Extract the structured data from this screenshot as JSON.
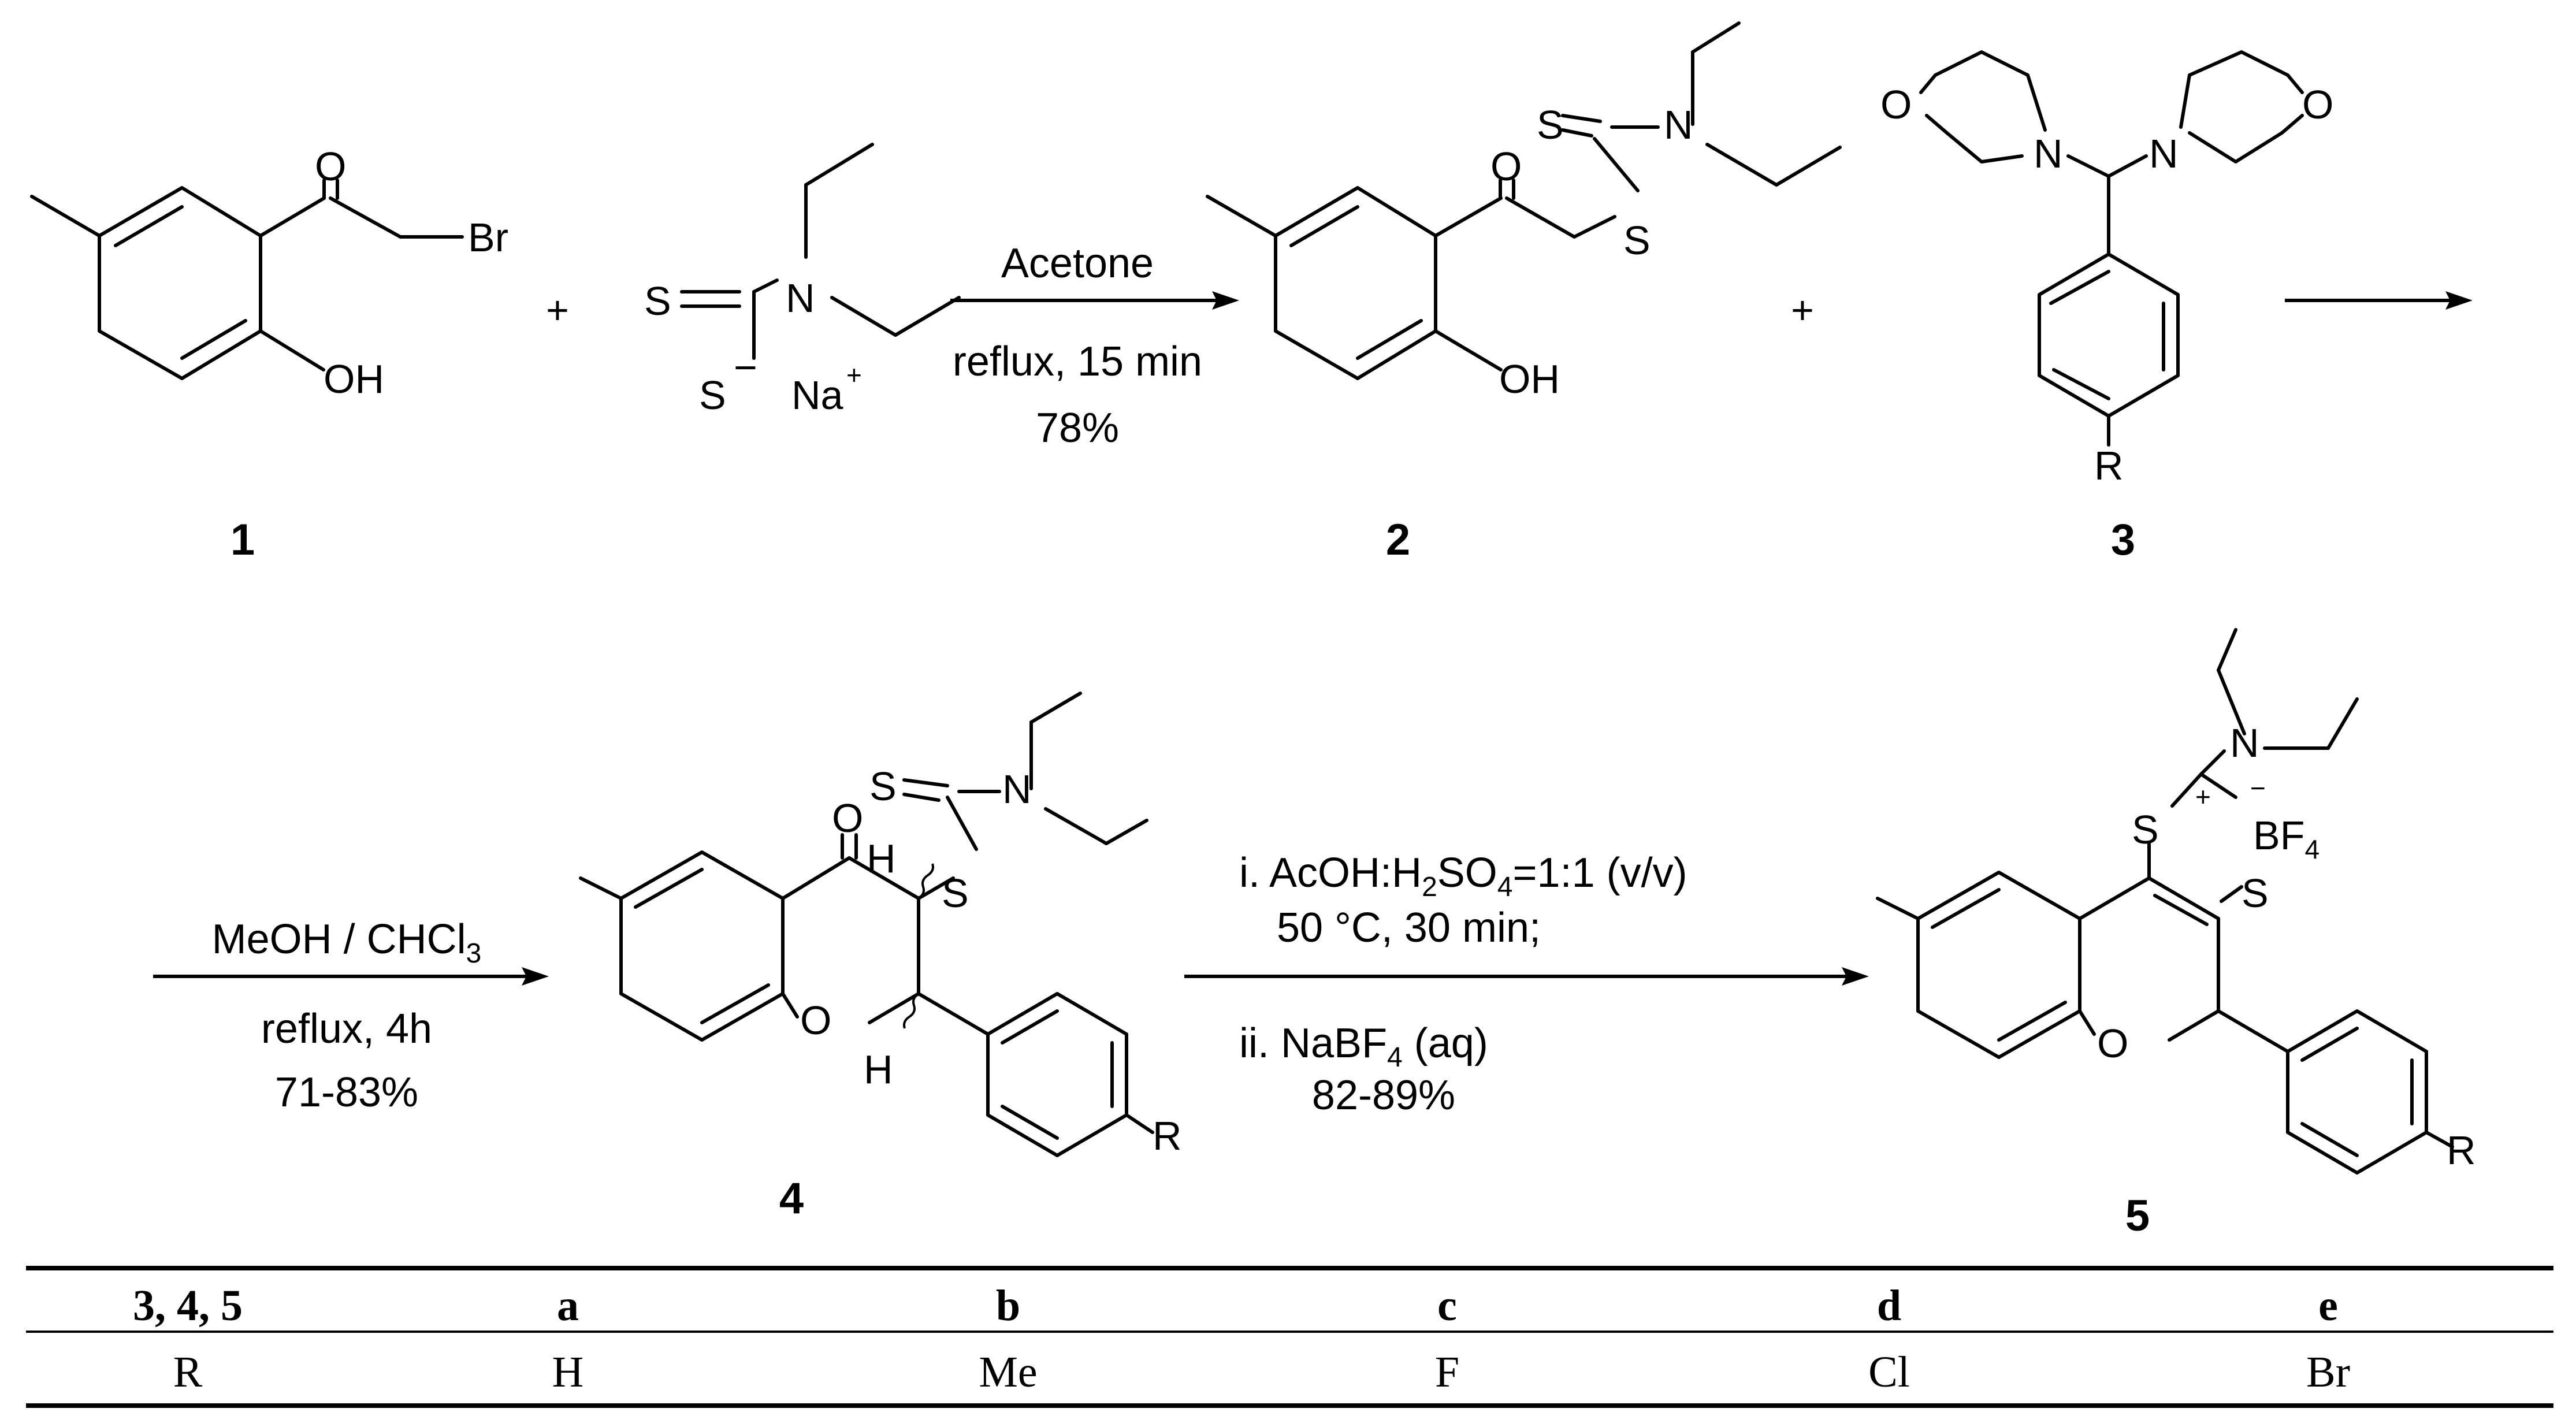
{
  "compounds": {
    "c1": {
      "number": "1",
      "atoms": {
        "O": "O",
        "Br": "Br",
        "OH": "OH"
      }
    },
    "reagent": {
      "atoms": {
        "S1": "S",
        "N": "N",
        "S2": "S",
        "charge": "−",
        "Na": "Na",
        "plus": "+"
      }
    },
    "c2": {
      "number": "2",
      "atoms": {
        "O": "O",
        "S1": "S",
        "S2": "S",
        "N": "N",
        "OH": "OH"
      }
    },
    "c3": {
      "number": "3",
      "atoms": {
        "O1": "O",
        "N1": "N",
        "N2": "N",
        "O2": "O",
        "R": "R"
      }
    },
    "c4": {
      "number": "4",
      "atoms": {
        "O": "O",
        "S1": "S",
        "N": "N",
        "H1": "H",
        "S2": "S",
        "Oring": "O",
        "H2": "H",
        "R": "R"
      }
    },
    "c5": {
      "number": "5",
      "atoms": {
        "N": "N",
        "plus": "+",
        "minus": "−",
        "BF": "BF",
        "BF4sub": "4",
        "S1": "S",
        "S2": "S",
        "O": "O",
        "R": "R"
      }
    }
  },
  "plus_signs": [
    "+",
    "+"
  ],
  "arrows": {
    "a1": {
      "above": "Acetone",
      "below1": "reflux, 15 min",
      "below2": "78%"
    },
    "a3": {
      "above_pre": "MeOH / CHCl",
      "above_sub": "3",
      "below1": "reflux, 4h",
      "below2": "71-83%"
    },
    "a4": {
      "line1_a": "i. AcOH:H",
      "line1_sub1": "2",
      "line1_b": "SO",
      "line1_sub2": "4",
      "line1_c": "=1:1 (v/v)",
      "line2": "50 °C, 30 min;",
      "line3_a": "ii. NaBF",
      "line3_sub": "4",
      "line3_b": " (aq)",
      "line4": "82-89%"
    }
  },
  "table": {
    "header": [
      "3, 4, 5",
      "a",
      "b",
      "c",
      "d",
      "e"
    ],
    "row": [
      "R",
      "H",
      "Me",
      "F",
      "Cl",
      "Br"
    ]
  }
}
